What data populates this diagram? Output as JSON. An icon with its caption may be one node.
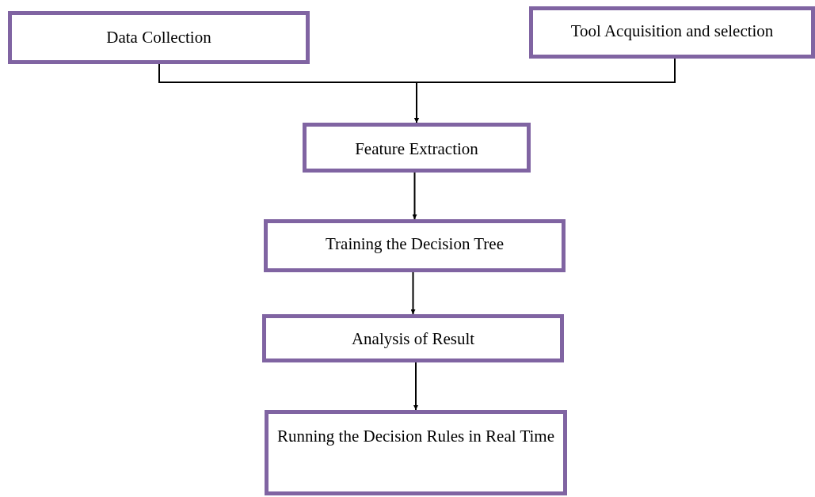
{
  "diagram": {
    "nodes": [
      {
        "text": [
          "Data Collection"
        ]
      },
      {
        "text": [
          "Tool Acquisition and selection"
        ]
      },
      {
        "text": [
          "Feature Extraction"
        ]
      },
      {
        "text": [
          "Training the Decision Tree"
        ]
      },
      {
        "text": [
          "Analysis of Result"
        ]
      },
      {
        "text": [
          "Running the Decision Rules in Real Time"
        ]
      }
    ],
    "edges": [
      {
        "from": 0,
        "to": 2,
        "arrow": "to"
      },
      {
        "from": 1,
        "to": 2,
        "arrow": "to"
      },
      {
        "from": 2,
        "to": 3,
        "arrow": "to"
      },
      {
        "from": 3,
        "to": 4,
        "arrow": "to"
      },
      {
        "from": 4,
        "to": 5,
        "arrow": "to"
      }
    ]
  }
}
